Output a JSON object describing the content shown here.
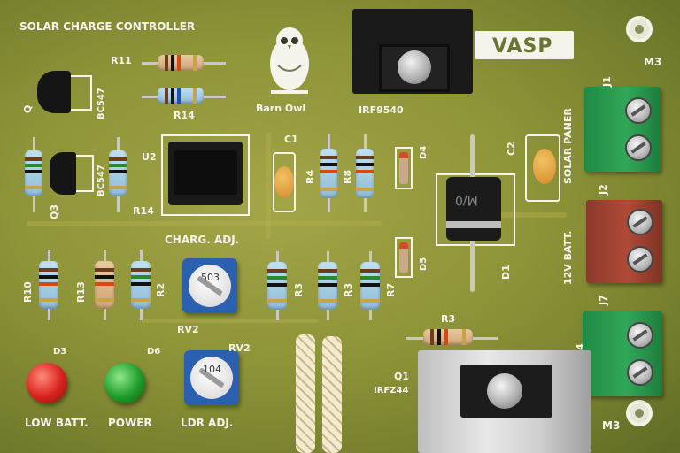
{
  "board": {
    "title": "SOLAR CHARGE CONTROLLER",
    "brand": "VASP",
    "logo_name": "Barn Owl",
    "colors": {
      "pcb": "#8e9438",
      "silkscreen": "#f4f4ec"
    }
  },
  "labels": {
    "r11": "R11",
    "r14_top": "R14",
    "r14_bottom": "R14",
    "q_top": "Q",
    "bc547_top": "BC547",
    "q3": "Q3",
    "bc547_bottom": "BC547",
    "u2": "U2",
    "c1": "C1",
    "r4": "R4",
    "r8": "R8",
    "d4": "D4",
    "c2": "C2",
    "d1": "D1",
    "d5": "D5",
    "irf9540": "IRF9540",
    "solar": "SOLAR PANER",
    "j1": "J1",
    "j2": "J2",
    "batt": "12V BATT.",
    "j7": "J7",
    "j4": "J4",
    "m3_top": "M3",
    "m3_bottom": "M3",
    "charg_adj": "CHARG. ADJ.",
    "rv2_mid": "RV2",
    "rv2_bottom": "RV2",
    "r10": "R10",
    "r13": "R13",
    "r2": "R2",
    "r3_a": "R3",
    "r3_b": "R3",
    "r7": "R7",
    "r3_bottom": "R3",
    "d3": "D3",
    "d6": "D6",
    "low_batt": "LOW BATT.",
    "power": "POWER",
    "ldr_adj": "LDR ADJ.",
    "q1": "Q1",
    "irfz44": "IRFZ44"
  },
  "components": {
    "pot_top_code": "503",
    "pot_bottom_code": "104",
    "diode_marking": "M/0",
    "led_low_batt_color": "#d8211c",
    "led_power_color": "#1f9c2a"
  }
}
